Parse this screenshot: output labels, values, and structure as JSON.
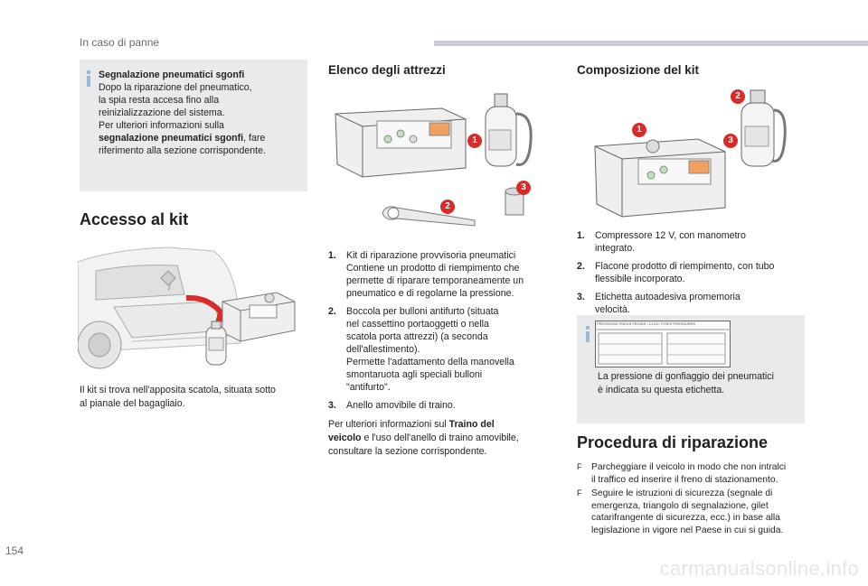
{
  "header": {
    "section": "In caso di panne"
  },
  "page_number": "154",
  "watermark": "carmanualsonline.info",
  "info_box_1": {
    "title": "Segnalazione pneumatici sgonfi",
    "line1": "Dopo la riparazione del pneumatico,",
    "line2": "la spia resta accesa fino alla",
    "line3": "reinizializzazione del sistema.",
    "line4": "Per ulteriori informazioni sulla",
    "bold_ref": "segnalazione pneumatici sgonfi",
    "tail1": ", fare",
    "tail2": "riferimento alla sezione corrispondente."
  },
  "access": {
    "title": "Accesso al kit",
    "text_line1": "Il kit si trova nell'apposita scatola, situata sotto",
    "text_line2": "al pianale del bagagliaio."
  },
  "tools": {
    "title": "Elenco degli attrezzi",
    "items": [
      {
        "num": "1.",
        "lines": [
          "Kit di riparazione provvisoria pneumatici",
          "Contiene un prodotto di riempimento che",
          "permette di riparare temporaneamente un",
          "pneumatico e di regolarne la pressione."
        ]
      },
      {
        "num": "2.",
        "lines": [
          "Boccola per bulloni antifurto (situata",
          "nel cassettino portaoggetti o nella",
          "scatola porta attrezzi) (a seconda",
          "dell'allestimento).",
          "Permette l'adattamento della manovella",
          "smontaruota agli speciali bulloni",
          "\"antifurto\"."
        ]
      },
      {
        "num": "3.",
        "lines": [
          "Anello amovibile di traino."
        ]
      }
    ],
    "footer_pre": "Per ulteriori informazioni sul ",
    "footer_bold1": "Traino del",
    "footer_bold2": "veicolo",
    "footer_mid": " e l'uso dell'anello di traino amovibile,",
    "footer_end": "consultare la sezione corrispondente."
  },
  "kit": {
    "title": "Composizione del kit",
    "items": [
      {
        "num": "1.",
        "lines": [
          "Compressore 12 V, con manometro",
          "integrato."
        ]
      },
      {
        "num": "2.",
        "lines": [
          "Flacone prodotto di riempimento, con tubo",
          "flessibile incorporato."
        ]
      },
      {
        "num": "3.",
        "lines": [
          "Etichetta autoadesiva promemoria",
          "velocità."
        ]
      }
    ],
    "label_header": "PRESSIONS PNEUS FROIDS / COLD TYRES PRESSURES",
    "info_line1": "La pressione di gonfiaggio dei pneumatici",
    "info_line2": "è indicata su questa etichetta."
  },
  "procedure": {
    "title": "Procedura di riparazione",
    "bullet_mark": "F",
    "steps": [
      {
        "lines": [
          "Parcheggiare il veicolo in modo che non intralci",
          "il traffico ed inserire il freno di stazionamento."
        ]
      },
      {
        "lines": [
          "Seguire le istruzioni di sicurezza (segnale di",
          "emergenza, triangolo di segnalazione, gilet",
          "catarifrangente di sicurezza, ecc.) in base alla",
          "legislazione in vigore nel Paese in cui si guida."
        ]
      }
    ]
  },
  "badges": {
    "one": "1",
    "two": "2",
    "three": "3"
  },
  "colors": {
    "accent_red": "#d82b2b",
    "info_blue": "#9ab8da",
    "box_grey": "#e9eaec",
    "header_bar": "#c9ccd6"
  }
}
